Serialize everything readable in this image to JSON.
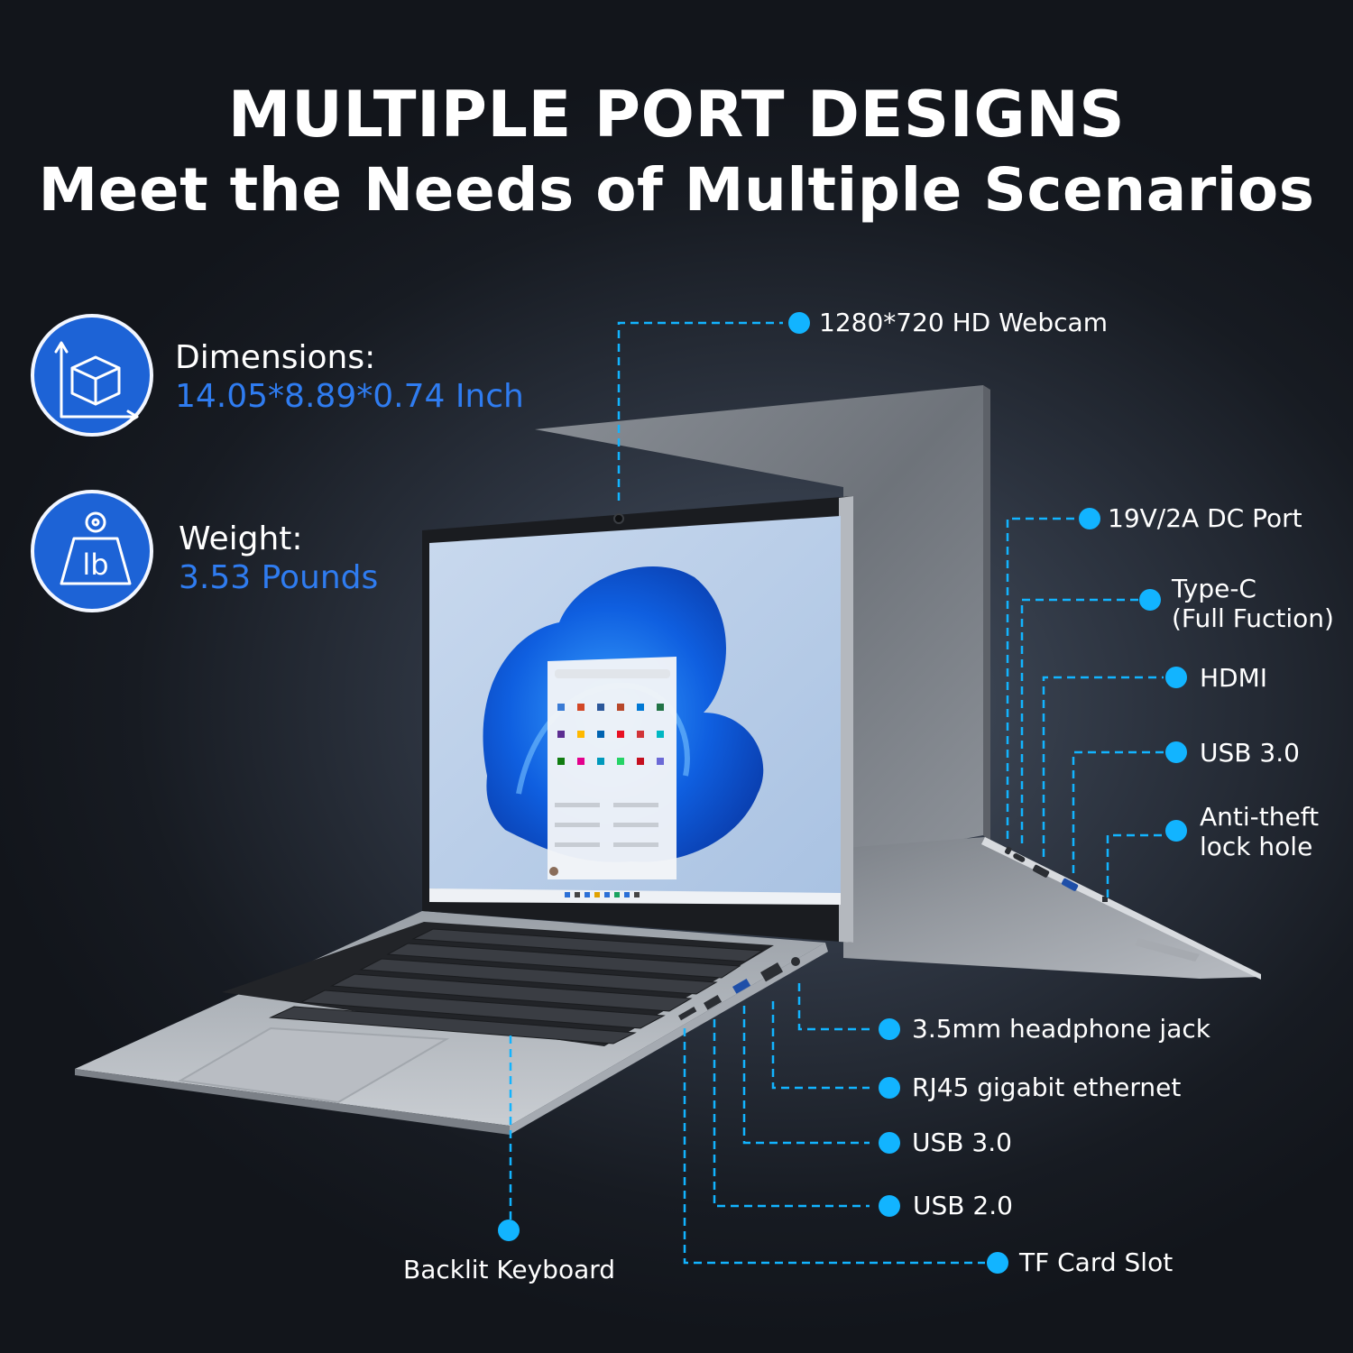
{
  "header": {
    "line1": "MULTIPLE PORT DESIGNS",
    "line2": "Meet the Needs of Multiple Scenarios"
  },
  "specs": {
    "dimensions": {
      "label": "Dimensions:",
      "value": "14.05*8.89*0.74 Inch",
      "icon": "cube-dimensions-icon"
    },
    "weight": {
      "label": "Weight:",
      "value": "3.53 Pounds",
      "icon": "weight-lb-icon",
      "icon_text": "lb"
    }
  },
  "callouts": {
    "webcam": "1280*720 HD Webcam",
    "dc_port": "19V/2A DC Port",
    "type_c_line1": "Type-C",
    "type_c_line2": "(Full Fuction)",
    "hdmi": "HDMI",
    "usb30_right": "USB 3.0",
    "anti_theft_line1": "Anti-theft",
    "anti_theft_line2": "lock hole",
    "headphone": "3.5mm headphone jack",
    "rj45": "RJ45 gigabit ethernet",
    "usb30_left": "USB 3.0",
    "usb20": "USB 2.0",
    "tf_card": "TF Card Slot",
    "keyboard": "Backlit Keyboard"
  },
  "colors": {
    "accent_blue": "#1d63d6",
    "value_blue": "#2f7cf0",
    "callout_cyan": "#12b4ff"
  }
}
